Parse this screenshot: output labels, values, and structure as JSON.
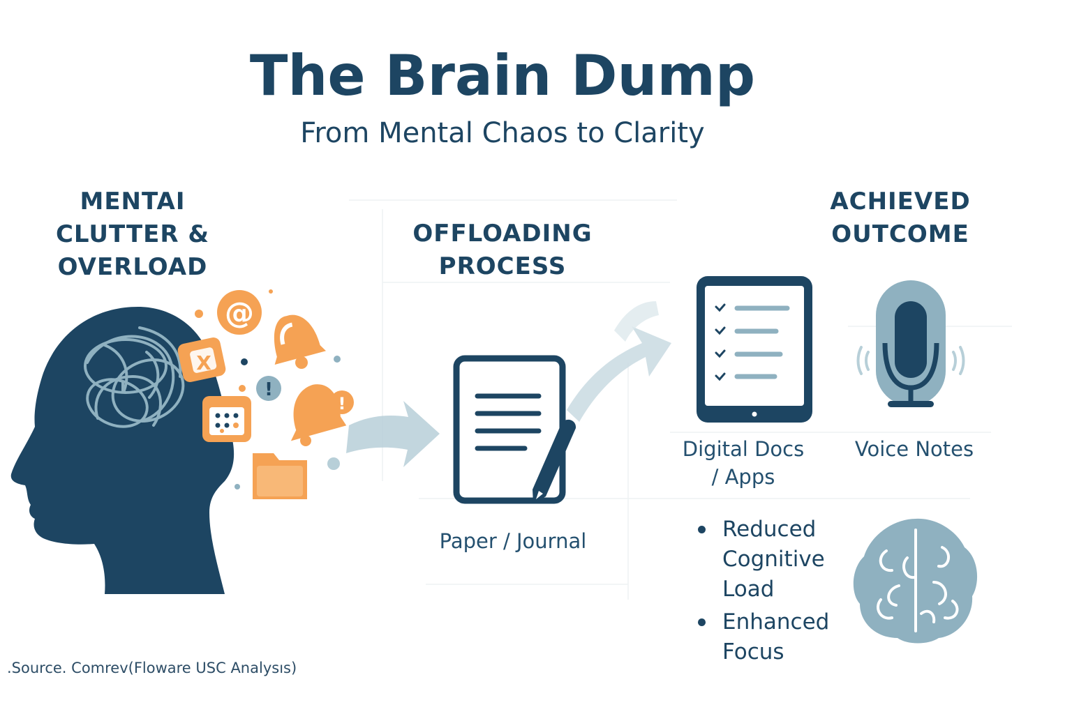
{
  "title": "The Brain Dump",
  "subtitle": "From Mental Chaos to Clarity",
  "columns": {
    "left": {
      "heading_lines": [
        "MENTAI",
        "CLUTTER &",
        "OVERLOAD"
      ]
    },
    "middle": {
      "heading_lines": [
        "OFFLOADING",
        "PROCESS"
      ]
    },
    "right": {
      "heading_lines": [
        "ACHIEVED",
        "OUTCOME"
      ]
    }
  },
  "methods": {
    "paper": "Paper / Journal",
    "digital_lines": [
      "Digital Docs",
      "/ Apps"
    ],
    "voice": "Voice Notes"
  },
  "outcomes": [
    {
      "lines": [
        "Reduced",
        "Cognitive",
        "Load"
      ]
    },
    {
      "lines": [
        "Enhanced",
        "Focus"
      ]
    }
  ],
  "clutter_icons": {
    "at_symbol": "@",
    "cancel_mark": "X",
    "alert_mark": "!",
    "bell_alert_mark": "!"
  },
  "source": ".Source. Comrev(Floware USC Analysıs)",
  "colors": {
    "navy": "#1d4562",
    "orange": "#f5a254",
    "light_blue": "#8fb1c0",
    "pale_blue": "#b7cfd8"
  },
  "icons": [
    "head-silhouette-icon",
    "tangled-brain-icon",
    "email-at-icon",
    "bell-icon",
    "cancel-calendar-icon",
    "alert-icon",
    "calendar-icon",
    "notification-bell-icon",
    "folder-icon",
    "journal-icon",
    "pen-icon",
    "tablet-checklist-icon",
    "microphone-icon",
    "calm-brain-icon",
    "arrow-icon"
  ]
}
